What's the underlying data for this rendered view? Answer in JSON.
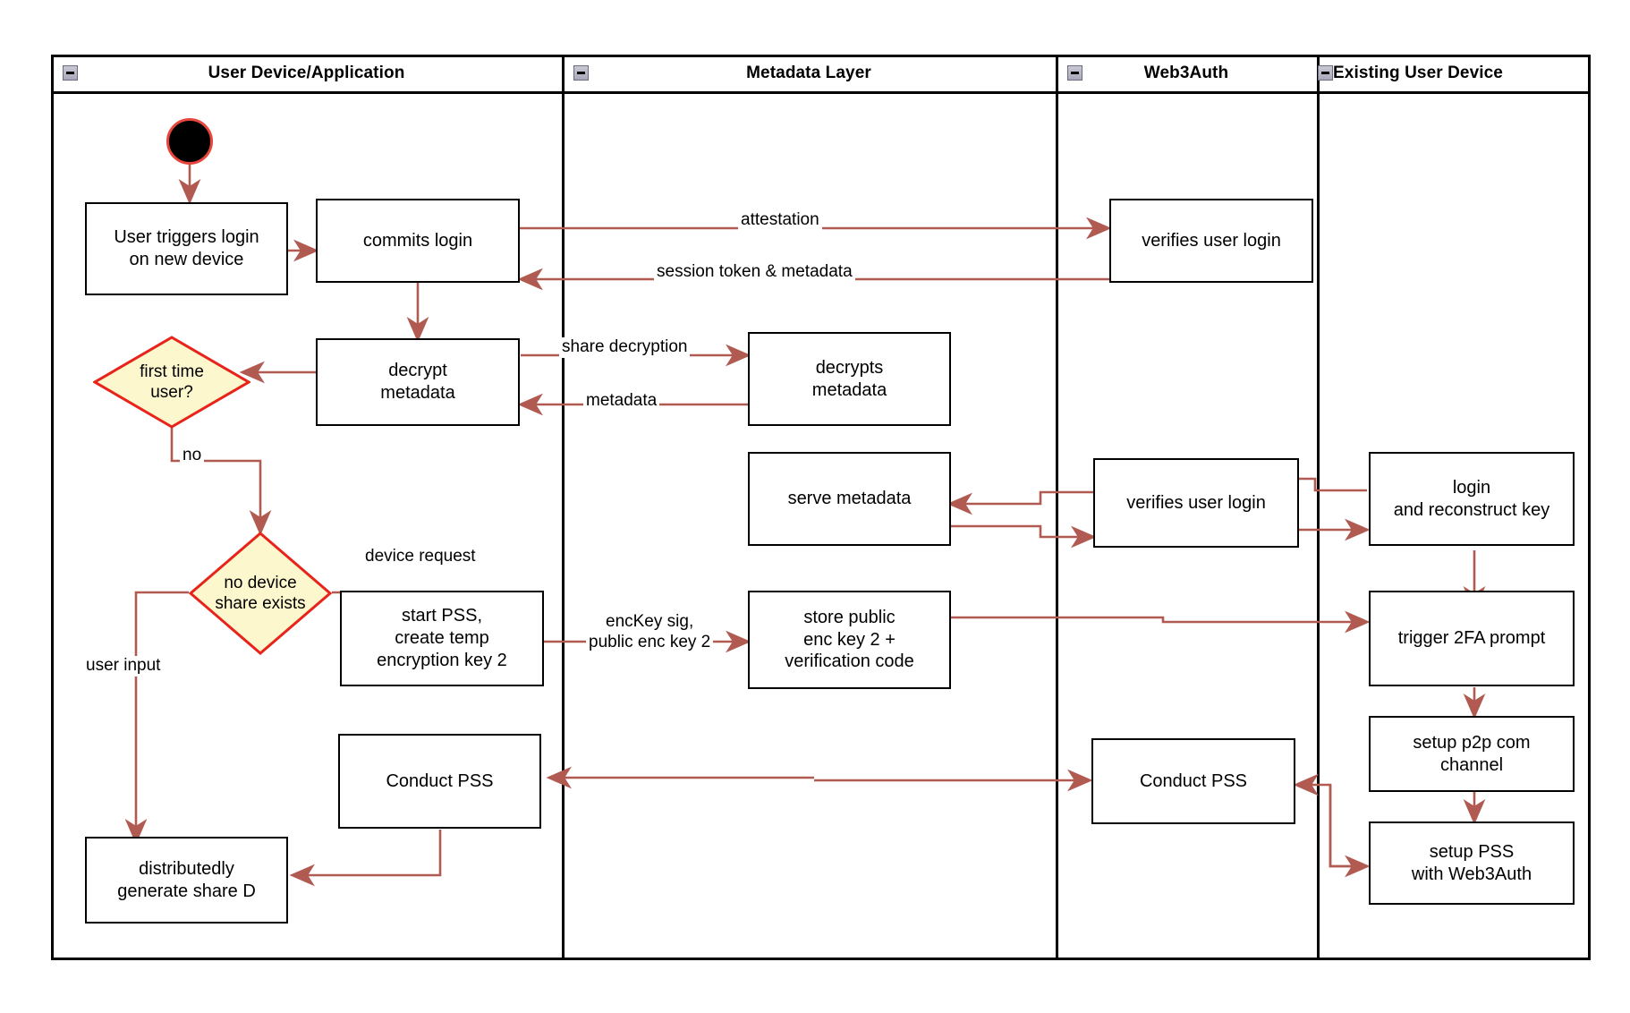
{
  "diagram": {
    "type": "uml-activity-swimlane",
    "accent_edge_color": "#b05a52",
    "decision_fill": "#fcf7cd",
    "decision_stroke": "#e8231a",
    "start_node_stroke": "#e8453c",
    "node_stroke": "#000000",
    "background": "#ffffff"
  },
  "lanes": [
    {
      "id": "user-device",
      "title": "User Device/Application"
    },
    {
      "id": "metadata-layer",
      "title": "Metadata Layer"
    },
    {
      "id": "web3auth",
      "title": "Web3Auth"
    },
    {
      "id": "existing-user-device",
      "title": "Existing User Device"
    }
  ],
  "start_node": {
    "name": "start-node"
  },
  "nodes": [
    {
      "id": "user-triggers-login",
      "lane": "user-device",
      "label": "User triggers login\non new device"
    },
    {
      "id": "commits-login",
      "lane": "user-device",
      "label": "commits login"
    },
    {
      "id": "decrypt-metadata",
      "lane": "user-device",
      "label": "decrypt\nmetadata"
    },
    {
      "id": "start-pss",
      "lane": "user-device",
      "label": "start PSS,\ncreate temp\nencryption key 2"
    },
    {
      "id": "conduct-pss-user",
      "lane": "user-device",
      "label": "Conduct PSS"
    },
    {
      "id": "distributedly-generate",
      "lane": "user-device",
      "label": "distributedly\ngenerate share D"
    },
    {
      "id": "decrypts-metadata",
      "lane": "metadata-layer",
      "label": "decrypts\nmetadata"
    },
    {
      "id": "serve-metadata",
      "lane": "metadata-layer",
      "label": "serve metadata"
    },
    {
      "id": "store-public-enc-key",
      "lane": "metadata-layer",
      "label": "store public\nenc key 2 +\nverification code"
    },
    {
      "id": "verifies-user-login-1",
      "lane": "web3auth",
      "label": "verifies user login"
    },
    {
      "id": "verifies-user-login-2",
      "lane": "web3auth",
      "label": "verifies user login"
    },
    {
      "id": "conduct-pss-web3auth",
      "lane": "web3auth",
      "label": "Conduct PSS"
    },
    {
      "id": "login-reconstruct-key",
      "lane": "existing-user-device",
      "label": "login\nand reconstruct key"
    },
    {
      "id": "trigger-2fa-prompt",
      "lane": "existing-user-device",
      "label": "trigger 2FA prompt"
    },
    {
      "id": "setup-p2p-com-channel",
      "lane": "existing-user-device",
      "label": "setup p2p com\nchannel"
    },
    {
      "id": "setup-pss-with-web3auth",
      "lane": "existing-user-device",
      "label": "setup PSS\nwith Web3Auth"
    }
  ],
  "decisions": [
    {
      "id": "first-time-user",
      "lane": "user-device",
      "label": "first time\nuser?"
    },
    {
      "id": "no-device-share",
      "lane": "user-device",
      "label": "no device\nshare exists"
    }
  ],
  "edge_labels": [
    {
      "id": "attestation",
      "text": "attestation"
    },
    {
      "id": "session-token-metadata",
      "text": "session token & metadata"
    },
    {
      "id": "share-decryption",
      "text": "share decryption"
    },
    {
      "id": "metadata",
      "text": "metadata"
    },
    {
      "id": "no",
      "text": "no"
    },
    {
      "id": "device-request",
      "text": "device request"
    },
    {
      "id": "user-input",
      "text": "user input"
    },
    {
      "id": "enckey-sig",
      "text": "encKey sig,\npublic enc key 2"
    }
  ]
}
